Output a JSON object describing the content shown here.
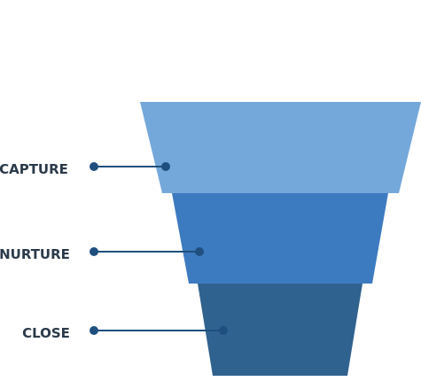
{
  "funnel": {
    "stages": [
      {
        "label": "CAPTURE",
        "color": "#74a8da"
      },
      {
        "label": "NURTURE",
        "color": "#3d7bc0"
      },
      {
        "label": "CLOSE",
        "color": "#30628f"
      }
    ],
    "label_color": "#2b3a4a",
    "connector_color": "#1f4f7e"
  }
}
